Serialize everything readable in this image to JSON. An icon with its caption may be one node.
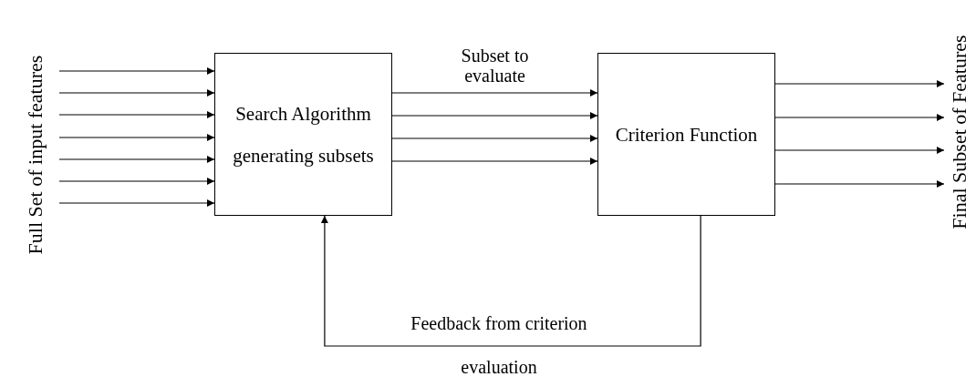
{
  "diagram": {
    "nodes": [
      {
        "text": [
          "Full Set of input features"
        ]
      },
      {
        "text": [
          "Search Algorithm generating subsets"
        ]
      },
      {
        "text": [
          "Criterion Function"
        ]
      },
      {
        "text": [
          "Final Subset of Features"
        ]
      }
    ],
    "edges": [
      {
        "from": 0,
        "to": 1,
        "arrow": "to"
      },
      {
        "from": 0,
        "to": 1,
        "arrow": "to"
      },
      {
        "from": 0,
        "to": 1,
        "arrow": "to"
      },
      {
        "from": 0,
        "to": 1,
        "arrow": "to"
      },
      {
        "from": 0,
        "to": 1,
        "arrow": "to"
      },
      {
        "from": 0,
        "to": 1,
        "arrow": "to"
      },
      {
        "from": 0,
        "to": 1,
        "arrow": "to"
      },
      {
        "from": 1,
        "to": 2,
        "arrow": "to",
        "label": "Subset to evaluate"
      },
      {
        "from": 1,
        "to": 2,
        "arrow": "to"
      },
      {
        "from": 1,
        "to": 2,
        "arrow": "to"
      },
      {
        "from": 1,
        "to": 2,
        "arrow": "to"
      },
      {
        "from": 2,
        "to": 3,
        "arrow": "to"
      },
      {
        "from": 2,
        "to": 3,
        "arrow": "to"
      },
      {
        "from": 2,
        "to": 3,
        "arrow": "to"
      },
      {
        "from": 2,
        "to": 3,
        "arrow": "to"
      },
      {
        "from": 2,
        "to": 1,
        "arrow": "to",
        "label": "Feedback from criterion evaluation"
      }
    ]
  }
}
